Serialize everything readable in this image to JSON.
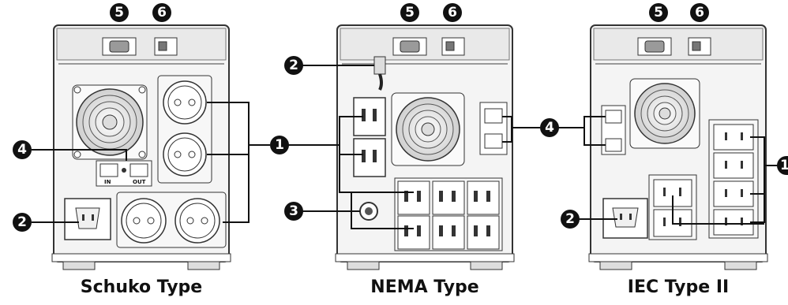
{
  "panels": [
    {
      "caption": "Schuko Type"
    },
    {
      "caption": "NEMA Type"
    },
    {
      "caption": "IEC Type II"
    }
  ],
  "labels": {
    "serial": "5",
    "usb": "6",
    "outlets": "1",
    "power_inlet": "2",
    "breaker": "3",
    "network": "4"
  },
  "port_labels": {
    "in": "IN",
    "out": "OUT"
  }
}
